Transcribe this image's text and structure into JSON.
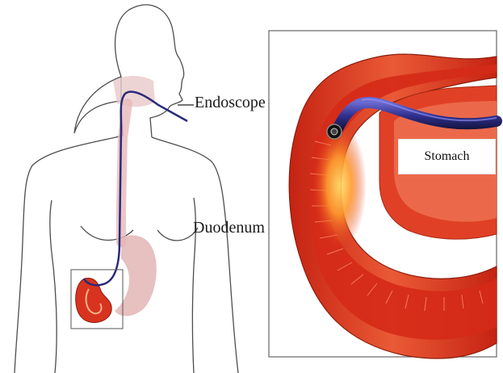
{
  "labels": {
    "endoscope": "Endoscope",
    "duodenum": "Duodenum",
    "stomach": "Stomach"
  },
  "colors": {
    "tissue_red": "#d8331f",
    "tissue_light": "#f6a07a",
    "endoscope_blue": "#2a2a7a",
    "outline": "#4d4d4d",
    "background": "#ffffff"
  }
}
